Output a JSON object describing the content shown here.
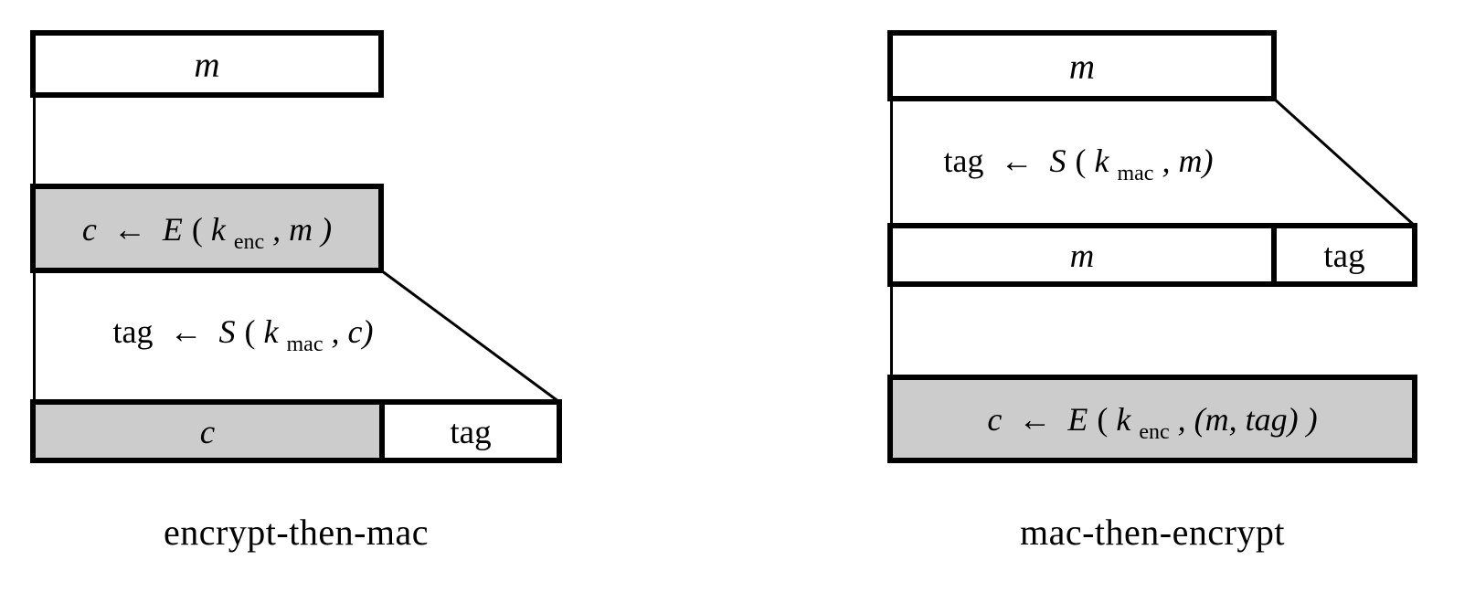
{
  "figure": {
    "title": "",
    "background_color": "#ffffff",
    "stroke_color": "#000000",
    "shaded_fill": "#cccccc",
    "unshaded_fill": "#ffffff"
  },
  "panels": [
    {
      "id": "encrypt-then-mac",
      "caption": "encrypt-then-mac",
      "blocks": [
        {
          "id": "left-m-top",
          "label": "m",
          "shaded": false,
          "role": "message-block"
        },
        {
          "id": "left-enc",
          "label": "c ← E(k",
          "label_sub": "enc",
          "label_tail": ", m )",
          "shaded": true,
          "role": "encrypt-step"
        },
        {
          "id": "left-mac",
          "label": "tag ← S(k",
          "label_sub": "mac",
          "label_tail": ", c)",
          "shaded": false,
          "role": "mac-step"
        },
        {
          "id": "left-out-c",
          "label": "c",
          "shaded": true,
          "role": "output-ciphertext"
        },
        {
          "id": "left-out-tag",
          "label": "tag",
          "shaded": false,
          "role": "output-tag"
        }
      ]
    },
    {
      "id": "mac-then-encrypt",
      "caption": "mac-then-encrypt",
      "blocks": [
        {
          "id": "right-m-top",
          "label": "m",
          "shaded": false,
          "role": "message-block"
        },
        {
          "id": "right-mac",
          "label": "tag ← S(k",
          "label_sub": "mac",
          "label_tail": ", m)",
          "shaded": false,
          "role": "mac-step"
        },
        {
          "id": "right-mid-m",
          "label": "m",
          "shaded": false,
          "role": "message-block"
        },
        {
          "id": "right-mid-tag",
          "label": "tag",
          "shaded": false,
          "role": "tag-block"
        },
        {
          "id": "right-enc",
          "label": "c ← E(k",
          "label_sub": "enc",
          "label_tail": ",  (m, tag) )",
          "shaded": true,
          "role": "encrypt-step"
        }
      ]
    }
  ],
  "text": {
    "m": "m",
    "c": "c",
    "tag": "tag",
    "arrow": "←",
    "E": "E",
    "S": "S",
    "k": "k",
    "sub_enc": "enc",
    "sub_mac": "mac",
    "open_paren": "(",
    "close_paren": ")",
    "comma": ",",
    "left_enc_tail": ", m )",
    "left_mac_tail": ", c)",
    "right_mac_tail": ", m)",
    "right_enc_tail": ",  (m, tag) )"
  },
  "captions": {
    "left": "encrypt-then-mac",
    "right": "mac-then-encrypt"
  }
}
